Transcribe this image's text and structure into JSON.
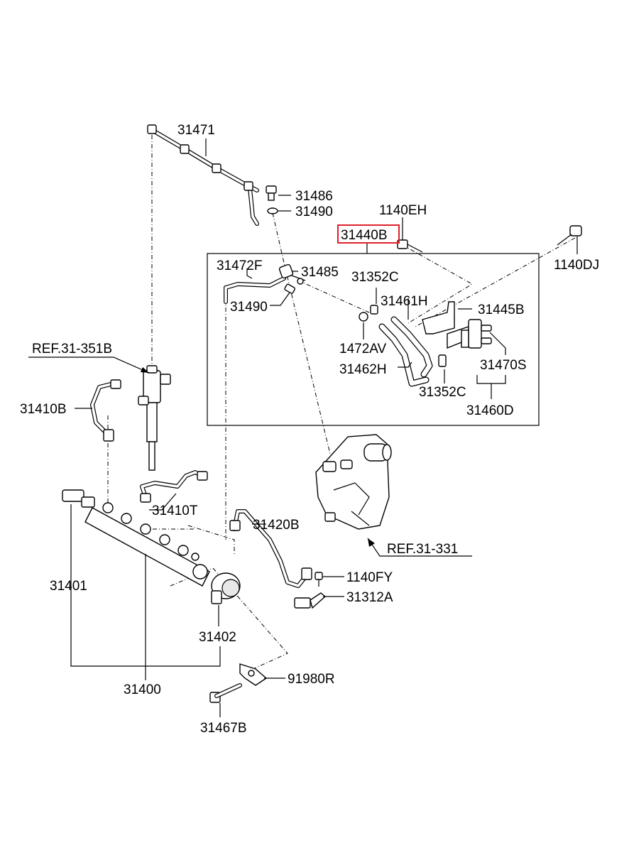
{
  "diagram": {
    "highlight_color": "#e0202a",
    "labels": {
      "p31471": "31471",
      "p31486": "31486",
      "p31490_top": "31490",
      "p1140EH": "1140EH",
      "p31440B": "31440B",
      "p1140DJ": "1140DJ",
      "p31472F": "31472F",
      "p31485": "31485",
      "p31352C_top": "31352C",
      "p31490_mid": "31490",
      "p31461H": "31461H",
      "p31445B": "31445B",
      "p1472AV": "1472AV",
      "p31470S": "31470S",
      "p31462H": "31462H",
      "p31352C_bot": "31352C",
      "p31460D": "31460D",
      "ref31351B": "REF.31-351B",
      "p31410B": "31410B",
      "p31410T": "31410T",
      "p31420B": "31420B",
      "ref31331": "REF.31-331",
      "p31401": "31401",
      "p1140FY": "1140FY",
      "p31312A": "31312A",
      "p31402": "31402",
      "p91980R": "91980R",
      "p31400": "31400",
      "p31467B": "31467B"
    }
  }
}
